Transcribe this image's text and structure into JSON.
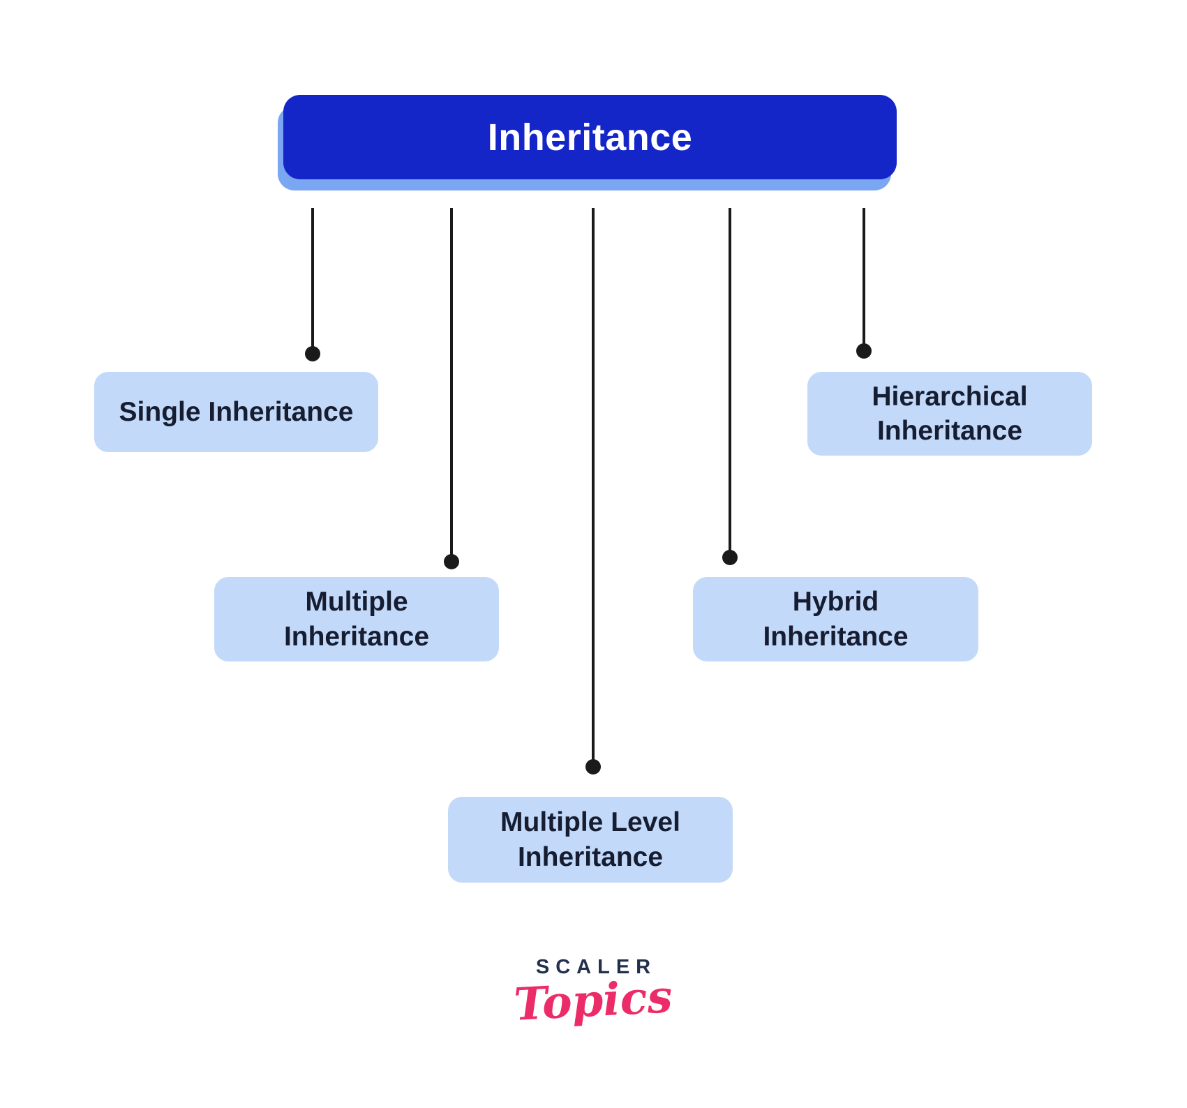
{
  "root": {
    "label": "Inheritance"
  },
  "children": [
    {
      "id": "single",
      "label": "Single Inheritance"
    },
    {
      "id": "multiple",
      "label": "Multiple\nInheritance"
    },
    {
      "id": "multiple-level",
      "label": "Multiple Level\nInheritance"
    },
    {
      "id": "hybrid",
      "label": "Hybrid\nInheritance"
    },
    {
      "id": "hierarchical",
      "label": "Hierarchical\nInheritance"
    }
  ],
  "logo": {
    "brand": "SCALER",
    "wordmark": "Topics"
  },
  "colors": {
    "root_box": "#1426C8",
    "root_shadow": "#7BA6F1",
    "child_box": "#C3D9F9",
    "child_text": "#161D31",
    "connector": "#1A1A1A",
    "brand_navy": "#222F4D",
    "brand_pink": "#EC2C68",
    "background": "#FFFFFF"
  }
}
